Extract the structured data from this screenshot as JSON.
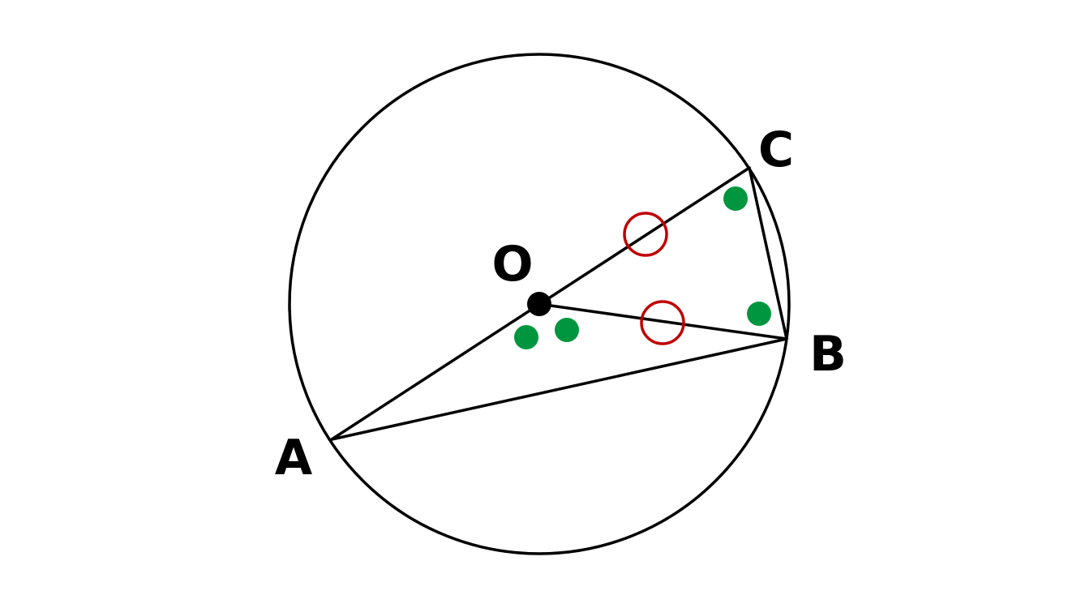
{
  "diagram": {
    "points": {
      "A": "A",
      "B": "B",
      "C": "C",
      "O": "O"
    },
    "colors": {
      "stroke": "#000000",
      "dot_marker": "#00963f",
      "ring_marker": "#c00000",
      "center_dot": "#000000"
    }
  }
}
